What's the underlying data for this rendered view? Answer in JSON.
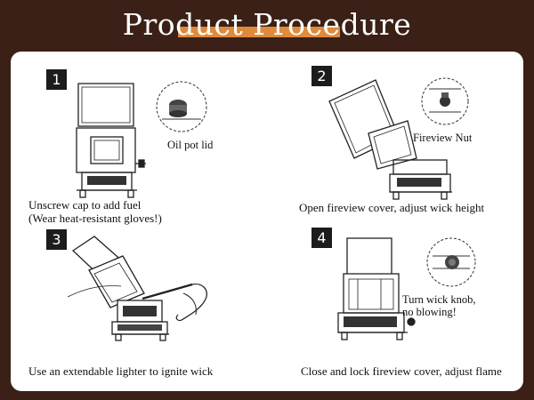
{
  "header": {
    "title": "Product Procedure",
    "accent_color": "#e08a3c",
    "background_color": "#3a2016"
  },
  "steps": [
    {
      "number": "1",
      "callout": "Oil pot lid",
      "caption_line1": "Unscrew cap to add fuel",
      "caption_line2": "(Wear heat-resistant gloves!)"
    },
    {
      "number": "2",
      "callout": "Fireview Nut",
      "caption_line1": "Open fireview cover, adjust wick height"
    },
    {
      "number": "3",
      "caption_line1": "Use an extendable lighter to ignite wick"
    },
    {
      "number": "4",
      "callout_line1": "Turn wick knob,",
      "callout_line2": "no blowing!",
      "caption_line1": "Close and lock fireview cover, adjust flame"
    }
  ]
}
